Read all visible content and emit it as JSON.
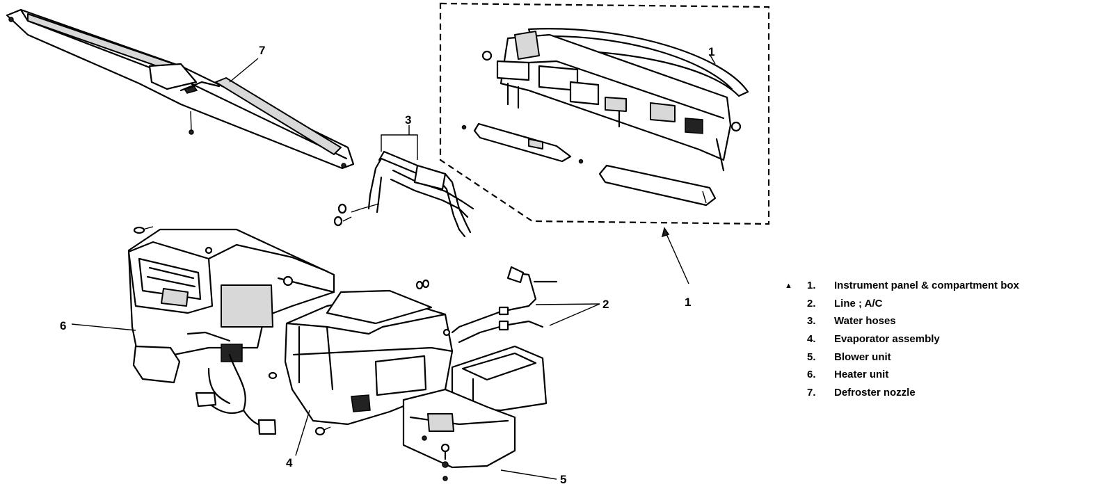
{
  "callouts": {
    "c1_box": "1",
    "c1_panel": "1",
    "c2": "2",
    "c3": "3",
    "c4": "4",
    "c5": "5",
    "c6": "6",
    "c7": "7"
  },
  "legend": {
    "marker": "▲",
    "items": [
      {
        "num": "1.",
        "label": "Instrument panel & compartment box"
      },
      {
        "num": "2.",
        "label": "Line ; A/C"
      },
      {
        "num": "3.",
        "label": "Water hoses"
      },
      {
        "num": "4.",
        "label": "Evaporator assembly"
      },
      {
        "num": "5.",
        "label": "Blower unit"
      },
      {
        "num": "6.",
        "label": "Heater unit"
      },
      {
        "num": "7.",
        "label": "Defroster nozzle"
      }
    ]
  }
}
